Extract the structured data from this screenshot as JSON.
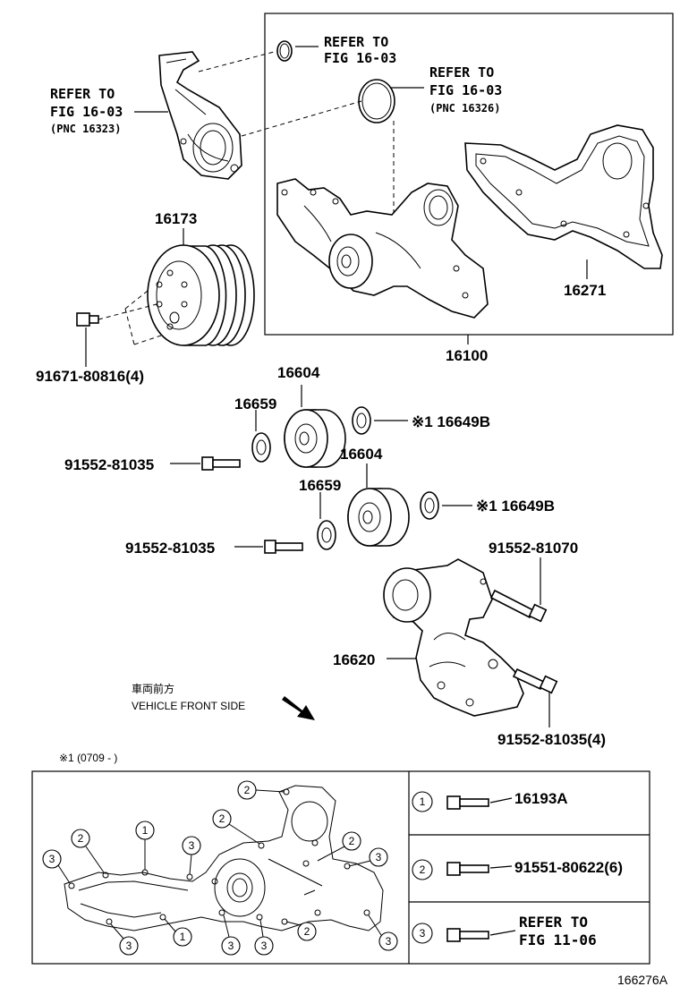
{
  "diagram_id": "166276A",
  "labels": {
    "refer_top_a": [
      "REFER TO",
      "FIG 16-03"
    ],
    "refer_top_b": [
      "REFER TO",
      "FIG 16-03",
      "(PNC 16326)"
    ],
    "refer_left": [
      "REFER TO",
      "FIG 16-03",
      "(PNC 16323)"
    ],
    "p16173": "16173",
    "p16100": "16100",
    "p16271": "16271",
    "p91671": "91671-80816(4)",
    "p16604_a": "16604",
    "p16604_b": "16604",
    "p16659_a": "16659",
    "p16659_b": "16659",
    "p16649b_a": "※1 16649B",
    "p16649b_b": "※1 16649B",
    "p91552_a": "91552-81035",
    "p91552_b": "91552-81035",
    "p91552_81070": "91552-81070",
    "p16620": "16620",
    "p91552_4": "91552-81035(4)",
    "vehicle_front_jp": "車両前方",
    "vehicle_front_en": "VEHICLE FRONT SIDE",
    "footnote": "※1 (0709 -        )"
  },
  "legend": [
    {
      "num": "1",
      "text": [
        "16193A"
      ]
    },
    {
      "num": "2",
      "text": [
        "91551-80622(6)"
      ]
    },
    {
      "num": "3",
      "text": [
        "REFER TO",
        "FIG 11-06"
      ]
    }
  ],
  "callouts": [
    "1",
    "2",
    "3"
  ]
}
